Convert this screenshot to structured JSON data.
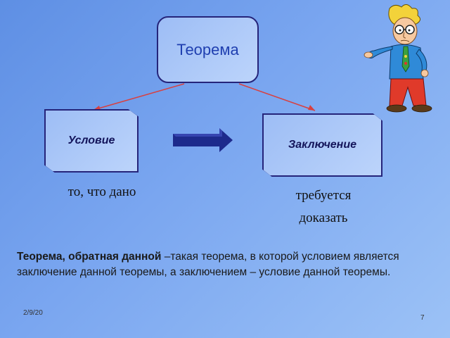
{
  "diagram": {
    "top_node": "Теорема",
    "left_node": "Условие",
    "right_node": "Заключение",
    "left_caption": "то, что дано",
    "right_caption_line1": "требуется",
    "right_caption_line2": "доказать"
  },
  "definition": {
    "term": "Теорема, обратная данной",
    "text": " –такая теорема, в которой условием является заключение данной теоремы, а заключением – условие данной теоремы."
  },
  "footer": {
    "date": "2/9/20",
    "page": "7"
  },
  "colors": {
    "background": "#7aa6f0",
    "box_fill": "#b3cdf8",
    "box_border": "#25247a",
    "arrow": "#1d2a8c",
    "connector": "#d84040"
  },
  "icons": [
    "cartoon-man-icon",
    "right-arrow-icon"
  ]
}
